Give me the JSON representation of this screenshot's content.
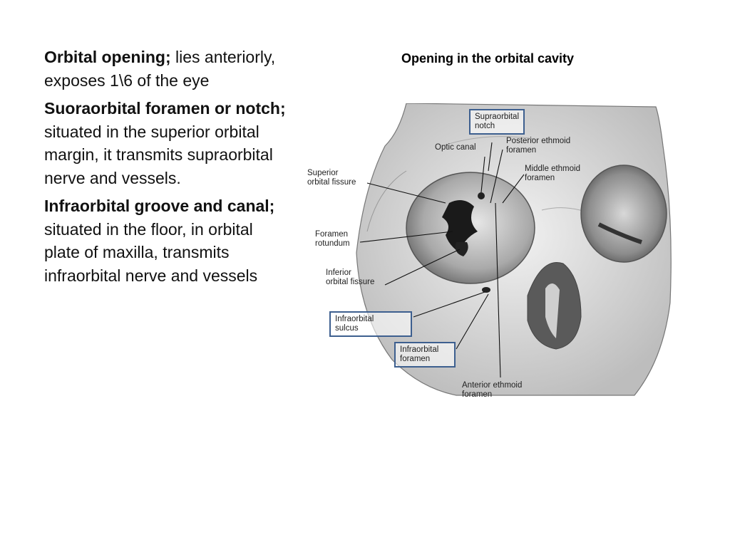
{
  "left": {
    "p1": {
      "bold": "Orbital opening;",
      "text": " lies anteriorly, exposes 1\\6 of the eye"
    },
    "p2": {
      "bold": "Suoraorbital foramen or notch;",
      "text": " situated in the superior orbital margin, it transmits supraorbital nerve and vessels."
    },
    "p3": {
      "bold": "Infraorbital groove and canal;",
      "text": " situated in the floor, in orbital plate of maxilla, transmits infraorbital nerve and vessels"
    }
  },
  "diagram": {
    "title": "Opening in the orbital cavity",
    "labels": {
      "supraorbital_notch_1": "Supraorbital",
      "supraorbital_notch_2": "notch",
      "optic_canal": "Optic canal",
      "posterior_ethmoid_1": "Posterior ethmoid",
      "posterior_ethmoid_2": "foramen",
      "middle_ethmoid_1": "Middle ethmoid",
      "middle_ethmoid_2": "foramen",
      "superior_fissure_1": "Superior",
      "superior_fissure_2": "orbital fissure",
      "foramen_rotundum_1": "Foramen",
      "foramen_rotundum_2": "rotundum",
      "inferior_fissure_1": "Inferior",
      "inferior_fissure_2": "orbital fissure",
      "infraorbital_sulcus_1": "Infraorbital",
      "infraorbital_sulcus_2": "sulcus",
      "infraorbital_foramen_1": "Infraorbital",
      "infraorbital_foramen_2": "foramen",
      "anterior_ethmoid_1": "Anterior ethmoid",
      "anterior_ethmoid_2": "foramen"
    }
  }
}
